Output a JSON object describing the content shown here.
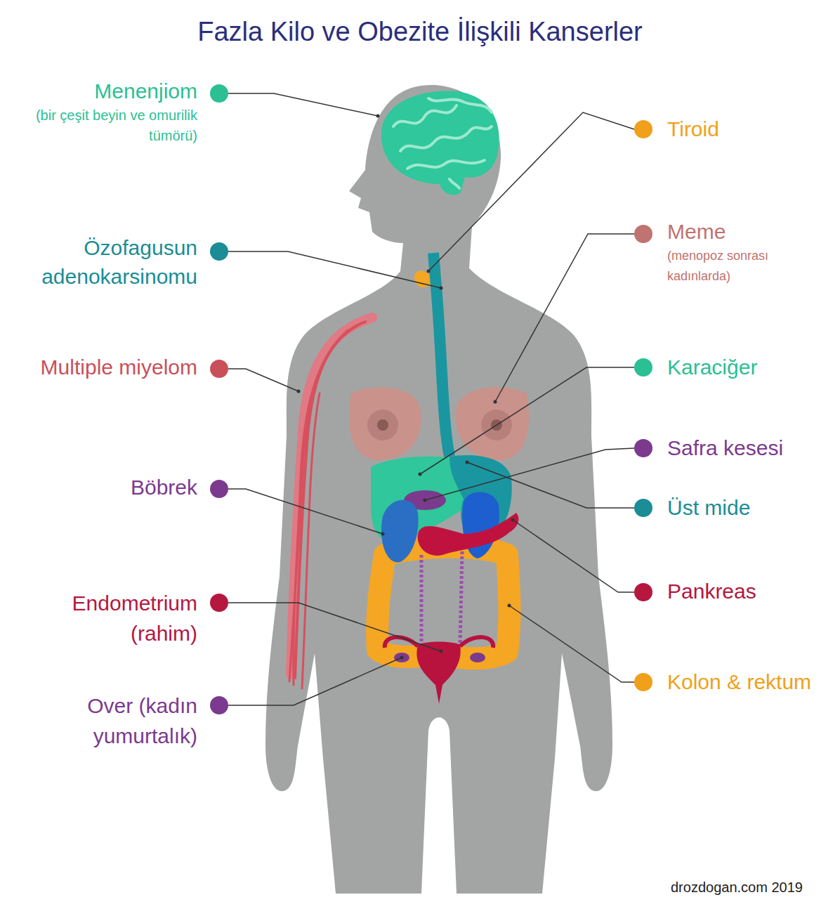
{
  "diagram": {
    "title": "Fazla Kilo ve Obezite İlişkili Kanserler",
    "labels": [
      "Menenjiom",
      "(bir çeşit beyin ve omurilik tümörü)",
      "Tiroid",
      "Meme",
      "(menopoz sonrası kadınlarda)",
      "Özofagusun adenokarsinomu",
      "Multiple miyelom",
      "Karaciğer",
      "Safra kesesi",
      "Böbrek",
      "Üst mide",
      "Pankreas",
      "Endometrium (rahim)",
      "Kolon & rektum",
      "Over (kadın yumurtalık)",
      "drozdogan.com 2019"
    ]
  }
}
